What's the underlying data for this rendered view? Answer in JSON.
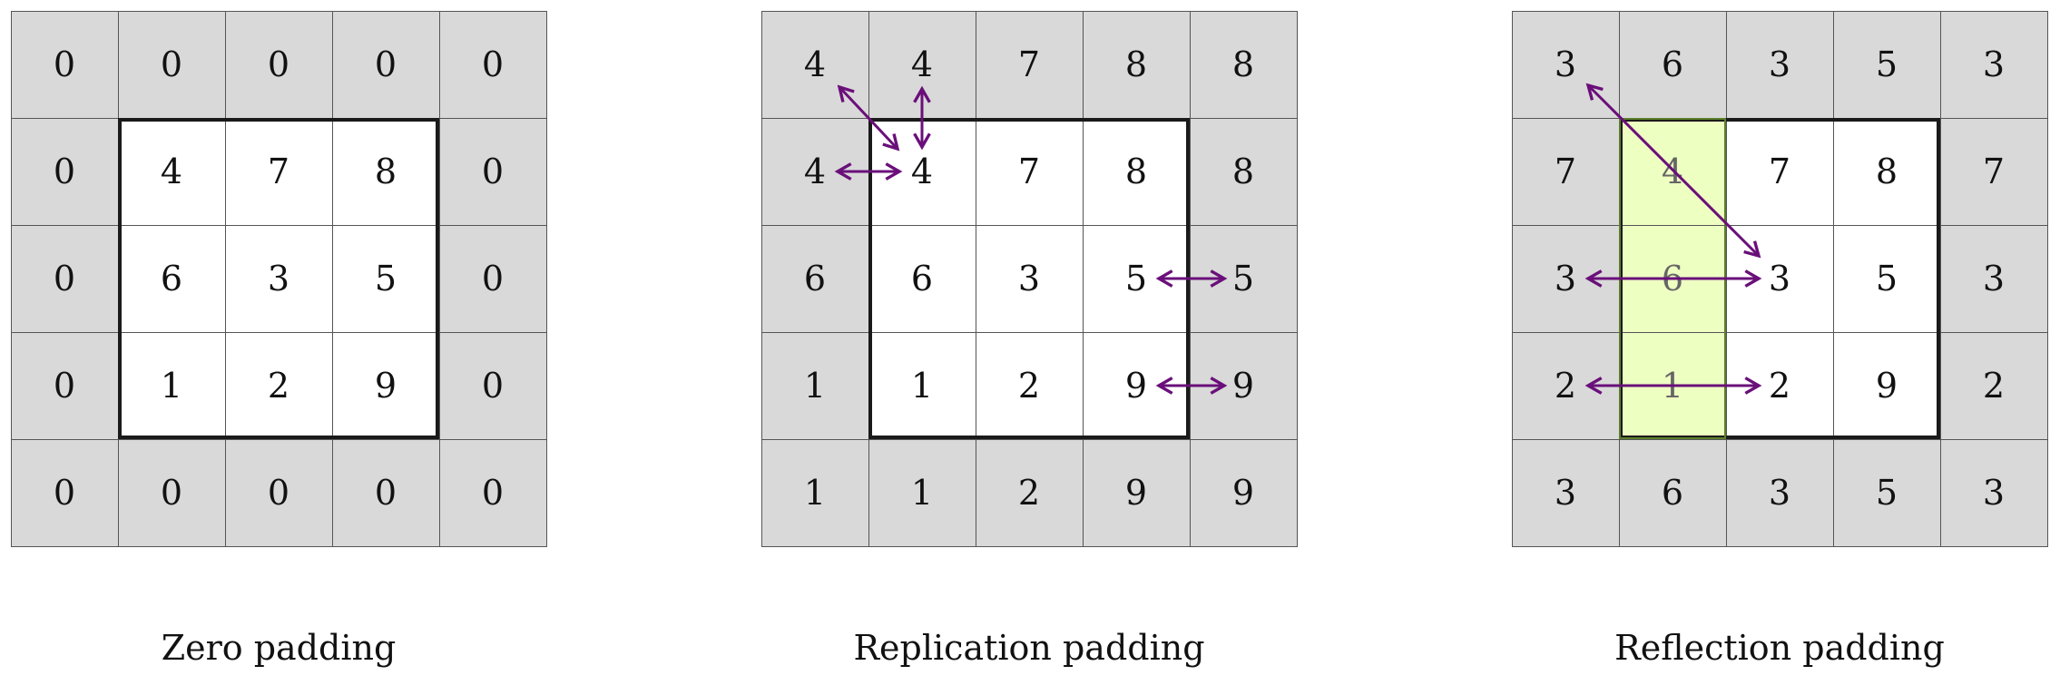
{
  "panels": [
    {
      "caption": "Zero padding",
      "cells": [
        [
          "0",
          "0",
          "0",
          "0",
          "0"
        ],
        [
          "0",
          "4",
          "7",
          "8",
          "0"
        ],
        [
          "0",
          "6",
          "3",
          "5",
          "0"
        ],
        [
          "0",
          "1",
          "2",
          "9",
          "0"
        ],
        [
          "0",
          "0",
          "0",
          "0",
          "0"
        ]
      ]
    },
    {
      "caption": "Replication padding",
      "cells": [
        [
          "4",
          "4",
          "7",
          "8",
          "8"
        ],
        [
          "4",
          "4",
          "7",
          "8",
          "8"
        ],
        [
          "6",
          "6",
          "3",
          "5",
          "5"
        ],
        [
          "1",
          "1",
          "2",
          "9",
          "9"
        ],
        [
          "1",
          "1",
          "2",
          "9",
          "9"
        ]
      ]
    },
    {
      "caption": "Reflection padding",
      "cells": [
        [
          "3",
          "6",
          "3",
          "5",
          "3"
        ],
        [
          "7",
          "4",
          "7",
          "8",
          "7"
        ],
        [
          "3",
          "6",
          "3",
          "5",
          "3"
        ],
        [
          "2",
          "1",
          "2",
          "9",
          "2"
        ],
        [
          "3",
          "6",
          "3",
          "5",
          "3"
        ]
      ],
      "highlighted_column": 1
    }
  ],
  "colors": {
    "padding_cell": "#d9d9d9",
    "input_cell": "#ffffff",
    "highlight": "#eeffc2",
    "arrow": "#6a0f7a",
    "border": "#1a1a1a"
  }
}
